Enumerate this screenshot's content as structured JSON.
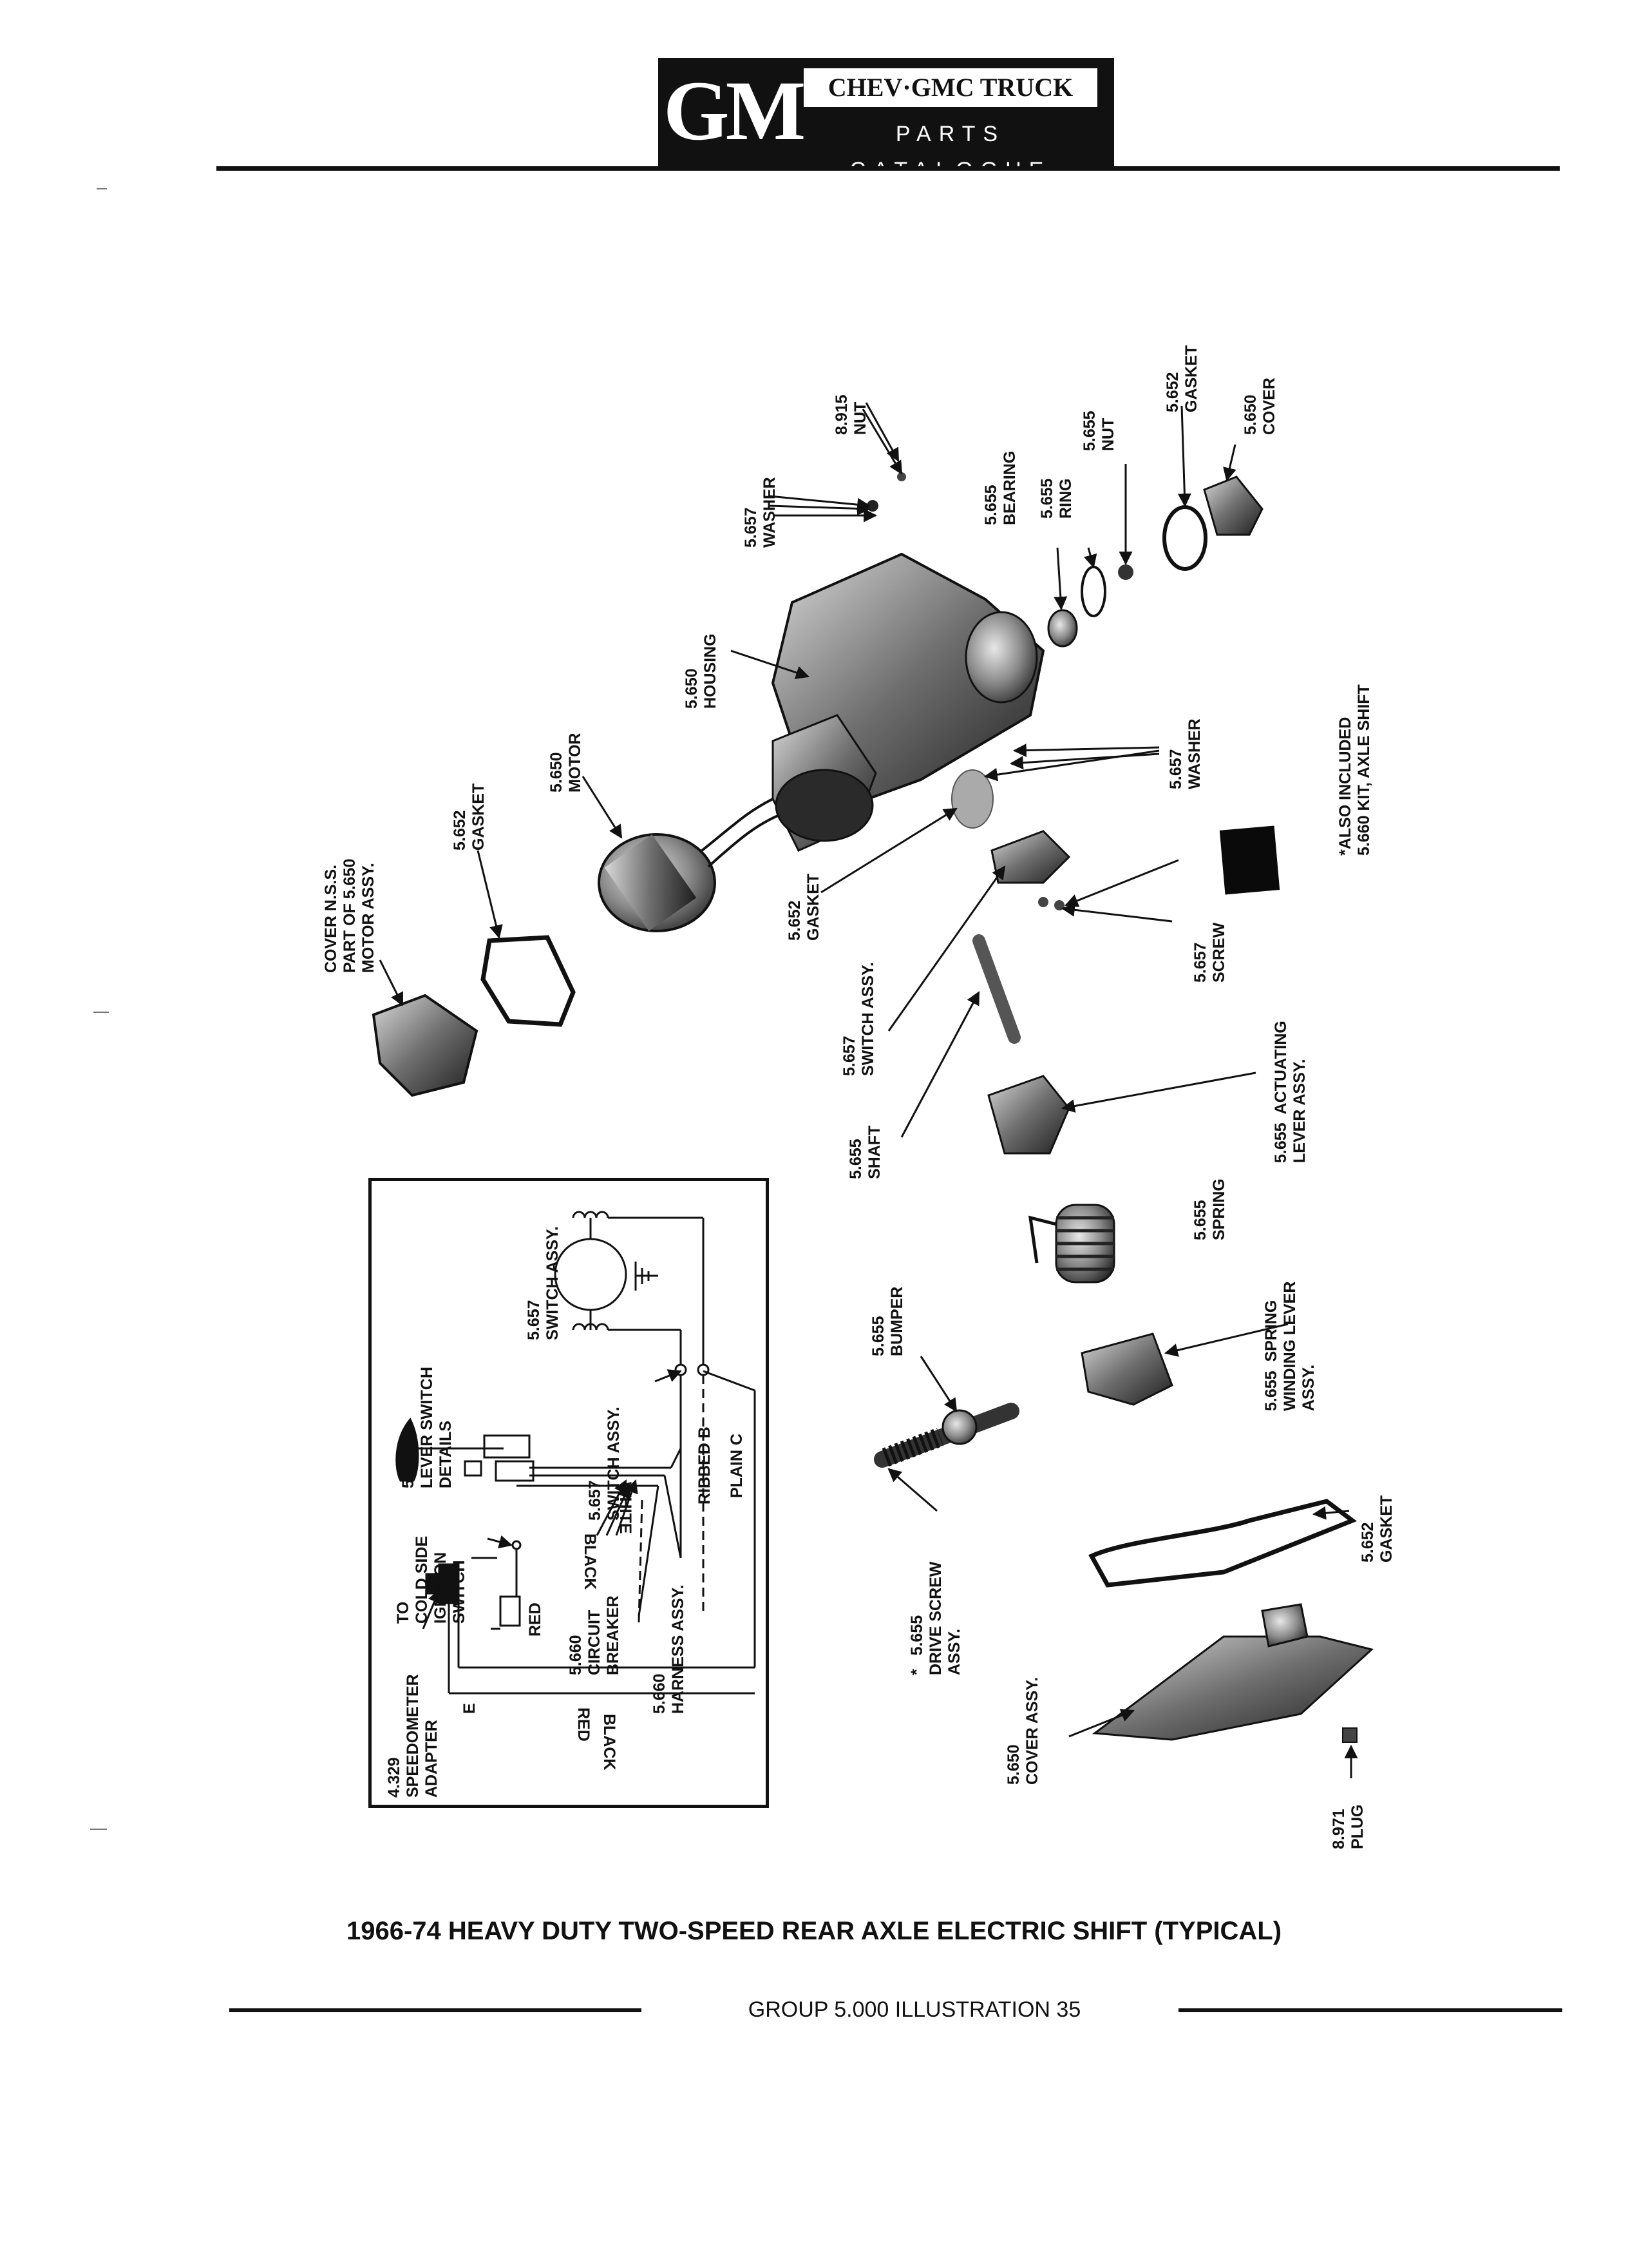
{
  "header": {
    "logo": "GM",
    "line1": "CHEV·GMC TRUCK",
    "line2": "PARTS CATALOGUE"
  },
  "parts": {
    "nut_8915": "8.915\nNUT",
    "washer_5657_top": "5.657\nWASHER",
    "bearing_5655": "5.655\nBEARING",
    "ring_5655": "5.655\nRING",
    "nut_5655": "5.655\nNUT",
    "gasket_5652_top": "5.652\nGASKET",
    "cover_5650_top": "5.650\nCOVER",
    "housing_5650": "5.650\nHOUSING",
    "also_included": "*ALSO INCLUDED\n5.660 KIT, AXLE SHIFT",
    "washer_5657_mid": "5.657\nWASHER",
    "motor_5650": "5.650\nMOTOR",
    "gasket_5652_motor": "5.652\nGASKET",
    "cover_nss": "COVER N.S.S.\nPART OF 5.650\nMOTOR ASSY.",
    "gasket_5652_switch": "5.652\nGASKET",
    "screw_5657": "5.657\nSCREW",
    "switch_assy_5657": "5.657\nSWITCH ASSY.",
    "shaft_5655": "5.655\nSHAFT",
    "actuating_lever_5655": "5.655  ACTUATING\nLEVER ASSY.",
    "spring_5655": "5.655\nSPRING",
    "spring_winding_5655": "5.655  SPRING\nWINDING LEVER\nASSY.",
    "bumper_5655": "5.655\nBUMPER",
    "drive_screw_5655": "*   5.655\nDRIVE SCREW\nASSY.",
    "gasket_5652_bottom": "5.652\nGASKET",
    "cover_assy_5650": "5.650\nCOVER ASSY.",
    "plug_8971": "8.971\nPLUG"
  },
  "schematic": {
    "switch_assy_top": "5.657\nSWITCH ASSY.",
    "lever_switch_details": "5.660\nLEVER SWITCH\nDETAILS",
    "switch_assy_mid": "5.657\nSWITCH ASSY.",
    "ribbed_b": "RIBBED B",
    "plain_c": "PLAIN C",
    "white": "WHITE",
    "black_mid": "BLACK",
    "to_cold_side": "TO\nCOLD SIDE\nIGNITION\nSWITCH",
    "red_small": "RED",
    "circuit_breaker": "5.660\nCIRCUIT\nBREAKER",
    "harness_assy": "5.660\nHARNESS ASSY.",
    "speedometer_adapter": "4.329\nSPEEDOMETER\nADAPTER",
    "e_label": "E",
    "red_bottom": "RED",
    "black_bottom": "BLACK"
  },
  "caption": "1966-74 HEAVY DUTY TWO-SPEED REAR AXLE ELECTRIC SHIFT (TYPICAL)",
  "footer": "GROUP 5.000 ILLUSTRATION 35"
}
